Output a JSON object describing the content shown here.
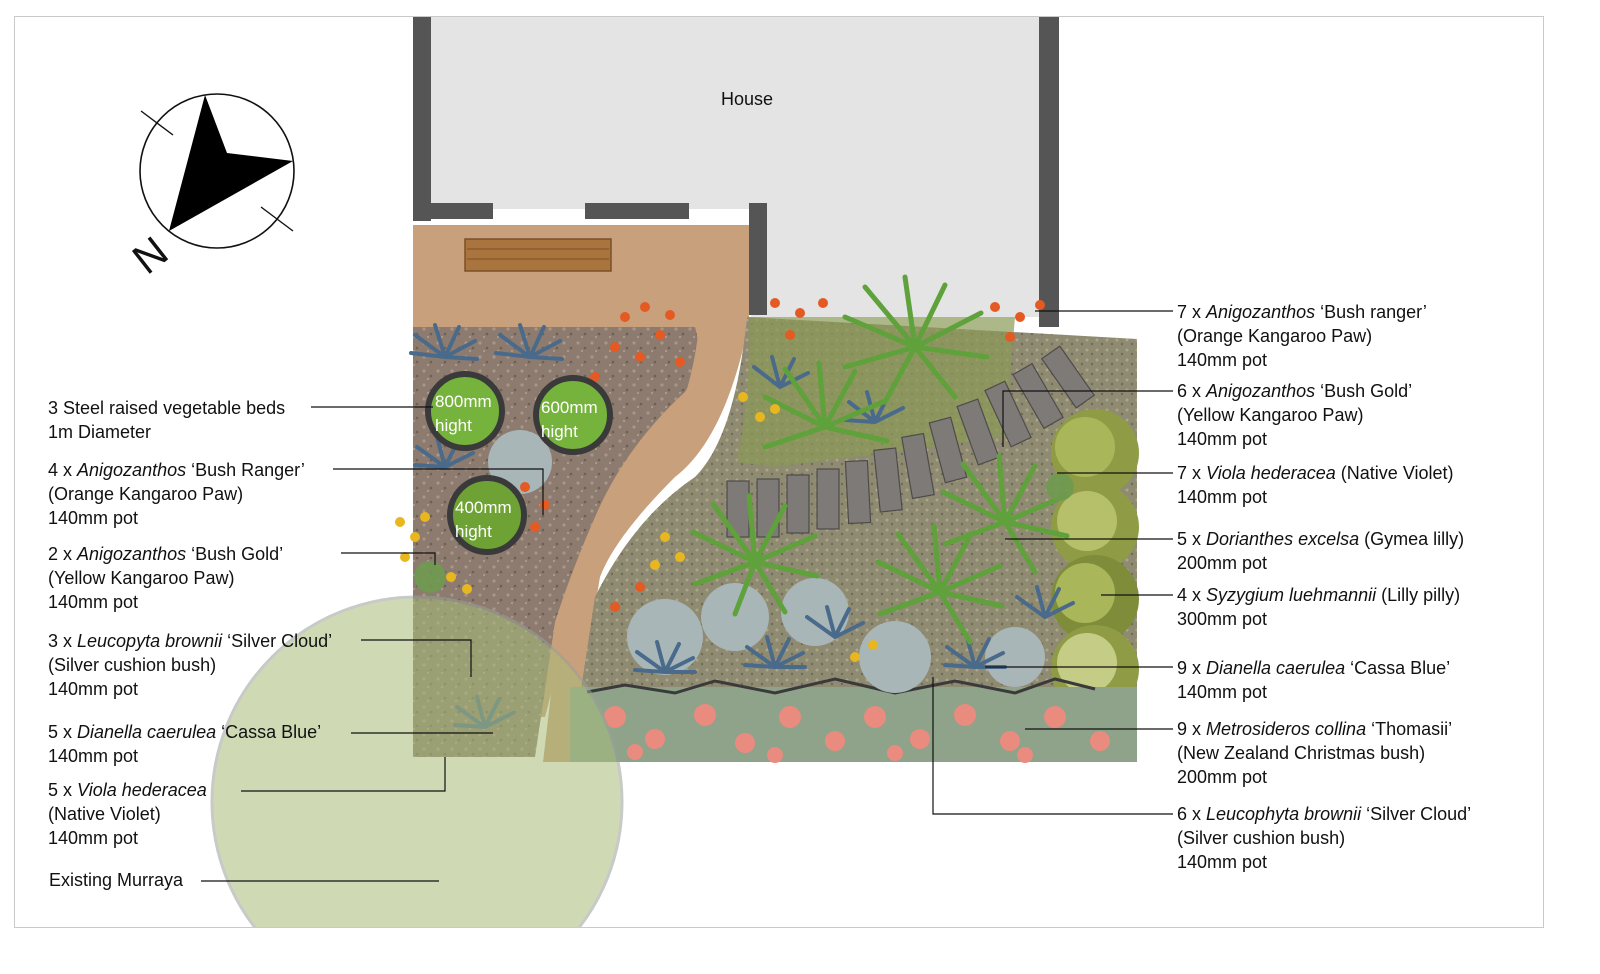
{
  "house": {
    "label": "House"
  },
  "compass": {
    "north_label": "N"
  },
  "beds": [
    {
      "height_line1": "800mm",
      "height_line2": "hight"
    },
    {
      "height_line1": "600mm",
      "height_line2": "hight"
    },
    {
      "height_line1": "400mm",
      "height_line2": "hight"
    }
  ],
  "labels_left": [
    {
      "line1_prefix": "3 Steel raised vegetable beds",
      "line1_italic": "",
      "line1_suffix": "",
      "line2": "1m Diameter",
      "line3": ""
    },
    {
      "line1_prefix": "4 x ",
      "line1_italic": "Anigozanthos",
      "line1_suffix": " ‘Bush Ranger’",
      "line2": "(Orange Kangaroo Paw)",
      "line3": "140mm pot"
    },
    {
      "line1_prefix": "2 x ",
      "line1_italic": "Anigozanthos",
      "line1_suffix": " ‘Bush Gold’",
      "line2": "(Yellow Kangaroo Paw)",
      "line3": "140mm pot"
    },
    {
      "line1_prefix": "3 x ",
      "line1_italic": "Leucopyta brownii",
      "line1_suffix": " ‘Silver Cloud’",
      "line2": "(Silver cushion bush)",
      "line3": "140mm pot"
    },
    {
      "line1_prefix": "5 x ",
      "line1_italic": "Dianella caerulea",
      "line1_suffix": " ‘Cassa Blue’",
      "line2": "140mm pot",
      "line3": ""
    },
    {
      "line1_prefix": "5 x ",
      "line1_italic": "Viola hederacea",
      "line1_suffix": "",
      "line2": "(Native Violet)",
      "line3": "140mm pot"
    },
    {
      "line1_prefix": "Existing Murraya",
      "line1_italic": "",
      "line1_suffix": "",
      "line2": "",
      "line3": ""
    }
  ],
  "labels_right": [
    {
      "line1_prefix": "7 x ",
      "line1_italic": "Anigozanthos",
      "line1_suffix": " ‘Bush ranger’",
      "line2": "(Orange Kangaroo Paw)",
      "line3": "140mm pot"
    },
    {
      "line1_prefix": "6 x ",
      "line1_italic": "Anigozanthos",
      "line1_suffix": " ‘Bush Gold’",
      "line2": "(Yellow Kangaroo Paw)",
      "line3": "140mm pot"
    },
    {
      "line1_prefix": "7 x ",
      "line1_italic": "Viola hederacea",
      "line1_suffix": " (Native Violet)",
      "line2": "140mm pot",
      "line3": ""
    },
    {
      "line1_prefix": "5 x ",
      "line1_italic": "Dorianthes excelsa",
      "line1_suffix": " (Gymea lilly)",
      "line2": "200mm pot",
      "line3": ""
    },
    {
      "line1_prefix": "4 x ",
      "line1_italic": "Syzygium luehmannii",
      "line1_suffix": " (Lilly pilly)",
      "line2": "300mm pot",
      "line3": ""
    },
    {
      "line1_prefix": "9 x ",
      "line1_italic": "Dianella caerulea",
      "line1_suffix": " ‘Cassa Blue’",
      "line2": "140mm pot",
      "line3": ""
    },
    {
      "line1_prefix": "9 x ",
      "line1_italic": "Metrosideros collina",
      "line1_suffix": " ‘Thomasii’",
      "line2": "(New Zealand Christmas bush)",
      "line3": "200mm pot"
    },
    {
      "line1_prefix": "6 x ",
      "line1_italic": "Leucophyta brownii",
      "line1_suffix": " ‘Silver Cloud’",
      "line2": "(Silver cushion bush)",
      "line3": "140mm pot"
    }
  ],
  "colors": {
    "house_fill": "#e4e4e4",
    "wall": "#555555",
    "path": "#c9a07c",
    "mulch": "#8a7a6d",
    "lawn_green": "#7ea04a",
    "bed_green": "#76b33c",
    "murraya": "#a8bd7a",
    "dianella": "#4a6a8c",
    "silver": "#a8b6b8",
    "orange_paw": "#e45a22",
    "yellow_paw": "#e8b720",
    "christmas_bush": "#e98b7e",
    "lilly_pilly": "#8f9c45"
  }
}
